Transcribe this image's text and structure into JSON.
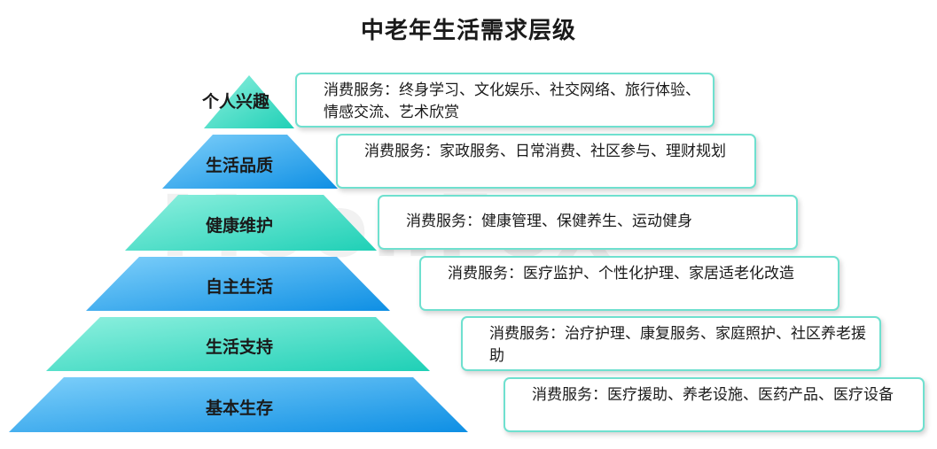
{
  "title": "中老年生活需求层级",
  "watermark": "MoonFox",
  "colors": {
    "teal": "#3ee0c8",
    "blue": "#1aa4ef",
    "border": "#6fe0cf"
  },
  "levels": [
    {
      "label": "个人兴趣",
      "text": "消费服务：终身学习、文化娱乐、社交网络、旅行体验、情感交流、艺术欣赏"
    },
    {
      "label": "生活品质",
      "text": "消费服务：家政服务、日常消费、社区参与、理财规划"
    },
    {
      "label": "健康维护",
      "text": "消费服务：健康管理、保健养生、运动健身"
    },
    {
      "label": "自主生活",
      "text": "消费服务：医疗监护、个性化护理、家居适老化改造"
    },
    {
      "label": "生活支持",
      "text": "消费服务：治疗护理、康复服务、家庭照护、社区养老援助"
    },
    {
      "label": "基本生存",
      "text": "消费服务：医疗援助、养老设施、医药产品、医疗设备"
    }
  ]
}
